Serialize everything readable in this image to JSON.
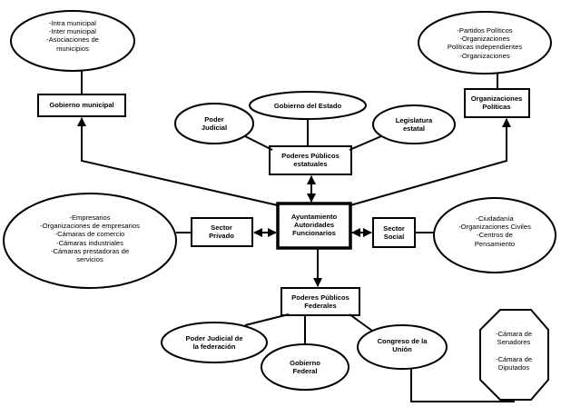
{
  "nodes": {
    "gobierno_municipal_list": [
      "-Intra municipal",
      "-Inter municipal",
      "-Asociaciones de",
      "municipios"
    ],
    "gobierno_municipal": "Gobierno municipal",
    "gobierno_estado": "Gobierno del Estado",
    "poder_judicial": [
      "Poder",
      "Judicial"
    ],
    "legislatura": [
      "Legislatura",
      "estatal"
    ],
    "poderes_estatales": [
      "Poderes Públicos",
      "estatuales"
    ],
    "politicas_list": [
      "-Partidos Políticos",
      "-Organizaciones",
      "Políticas independientes",
      "-Organizaciones"
    ],
    "organizaciones_politicas": [
      "Organizaciones",
      "Políticas"
    ],
    "privado_list": [
      "-Empresarios",
      "-Organizaciones de empresarios",
      "-Cámaras de comercio",
      "-Cámaras industriales",
      "-Cámaras prestadoras de",
      "servicios"
    ],
    "sector_privado": [
      "Sector",
      "Privado"
    ],
    "ayuntamiento": [
      "Ayuntamiento",
      "Autoridades",
      "Funcionarios"
    ],
    "sector_social": [
      "Sector",
      "Social"
    ],
    "social_list": [
      "-Ciudadanía",
      "-Organizaciones Civiles",
      "-Centros de",
      "Pensamiento"
    ],
    "poderes_federales": [
      "Poderes Públicos",
      "Federales"
    ],
    "poder_judicial_federacion": [
      "Poder Judicial de",
      "la federación"
    ],
    "gobierno_federal": [
      "Gobierno",
      "Federal"
    ],
    "congreso": [
      "Congreso de la",
      "Unión"
    ],
    "camaras_list": [
      "-Cámara de",
      "Senadores",
      "",
      "-Cámara de",
      "Diputados"
    ]
  }
}
